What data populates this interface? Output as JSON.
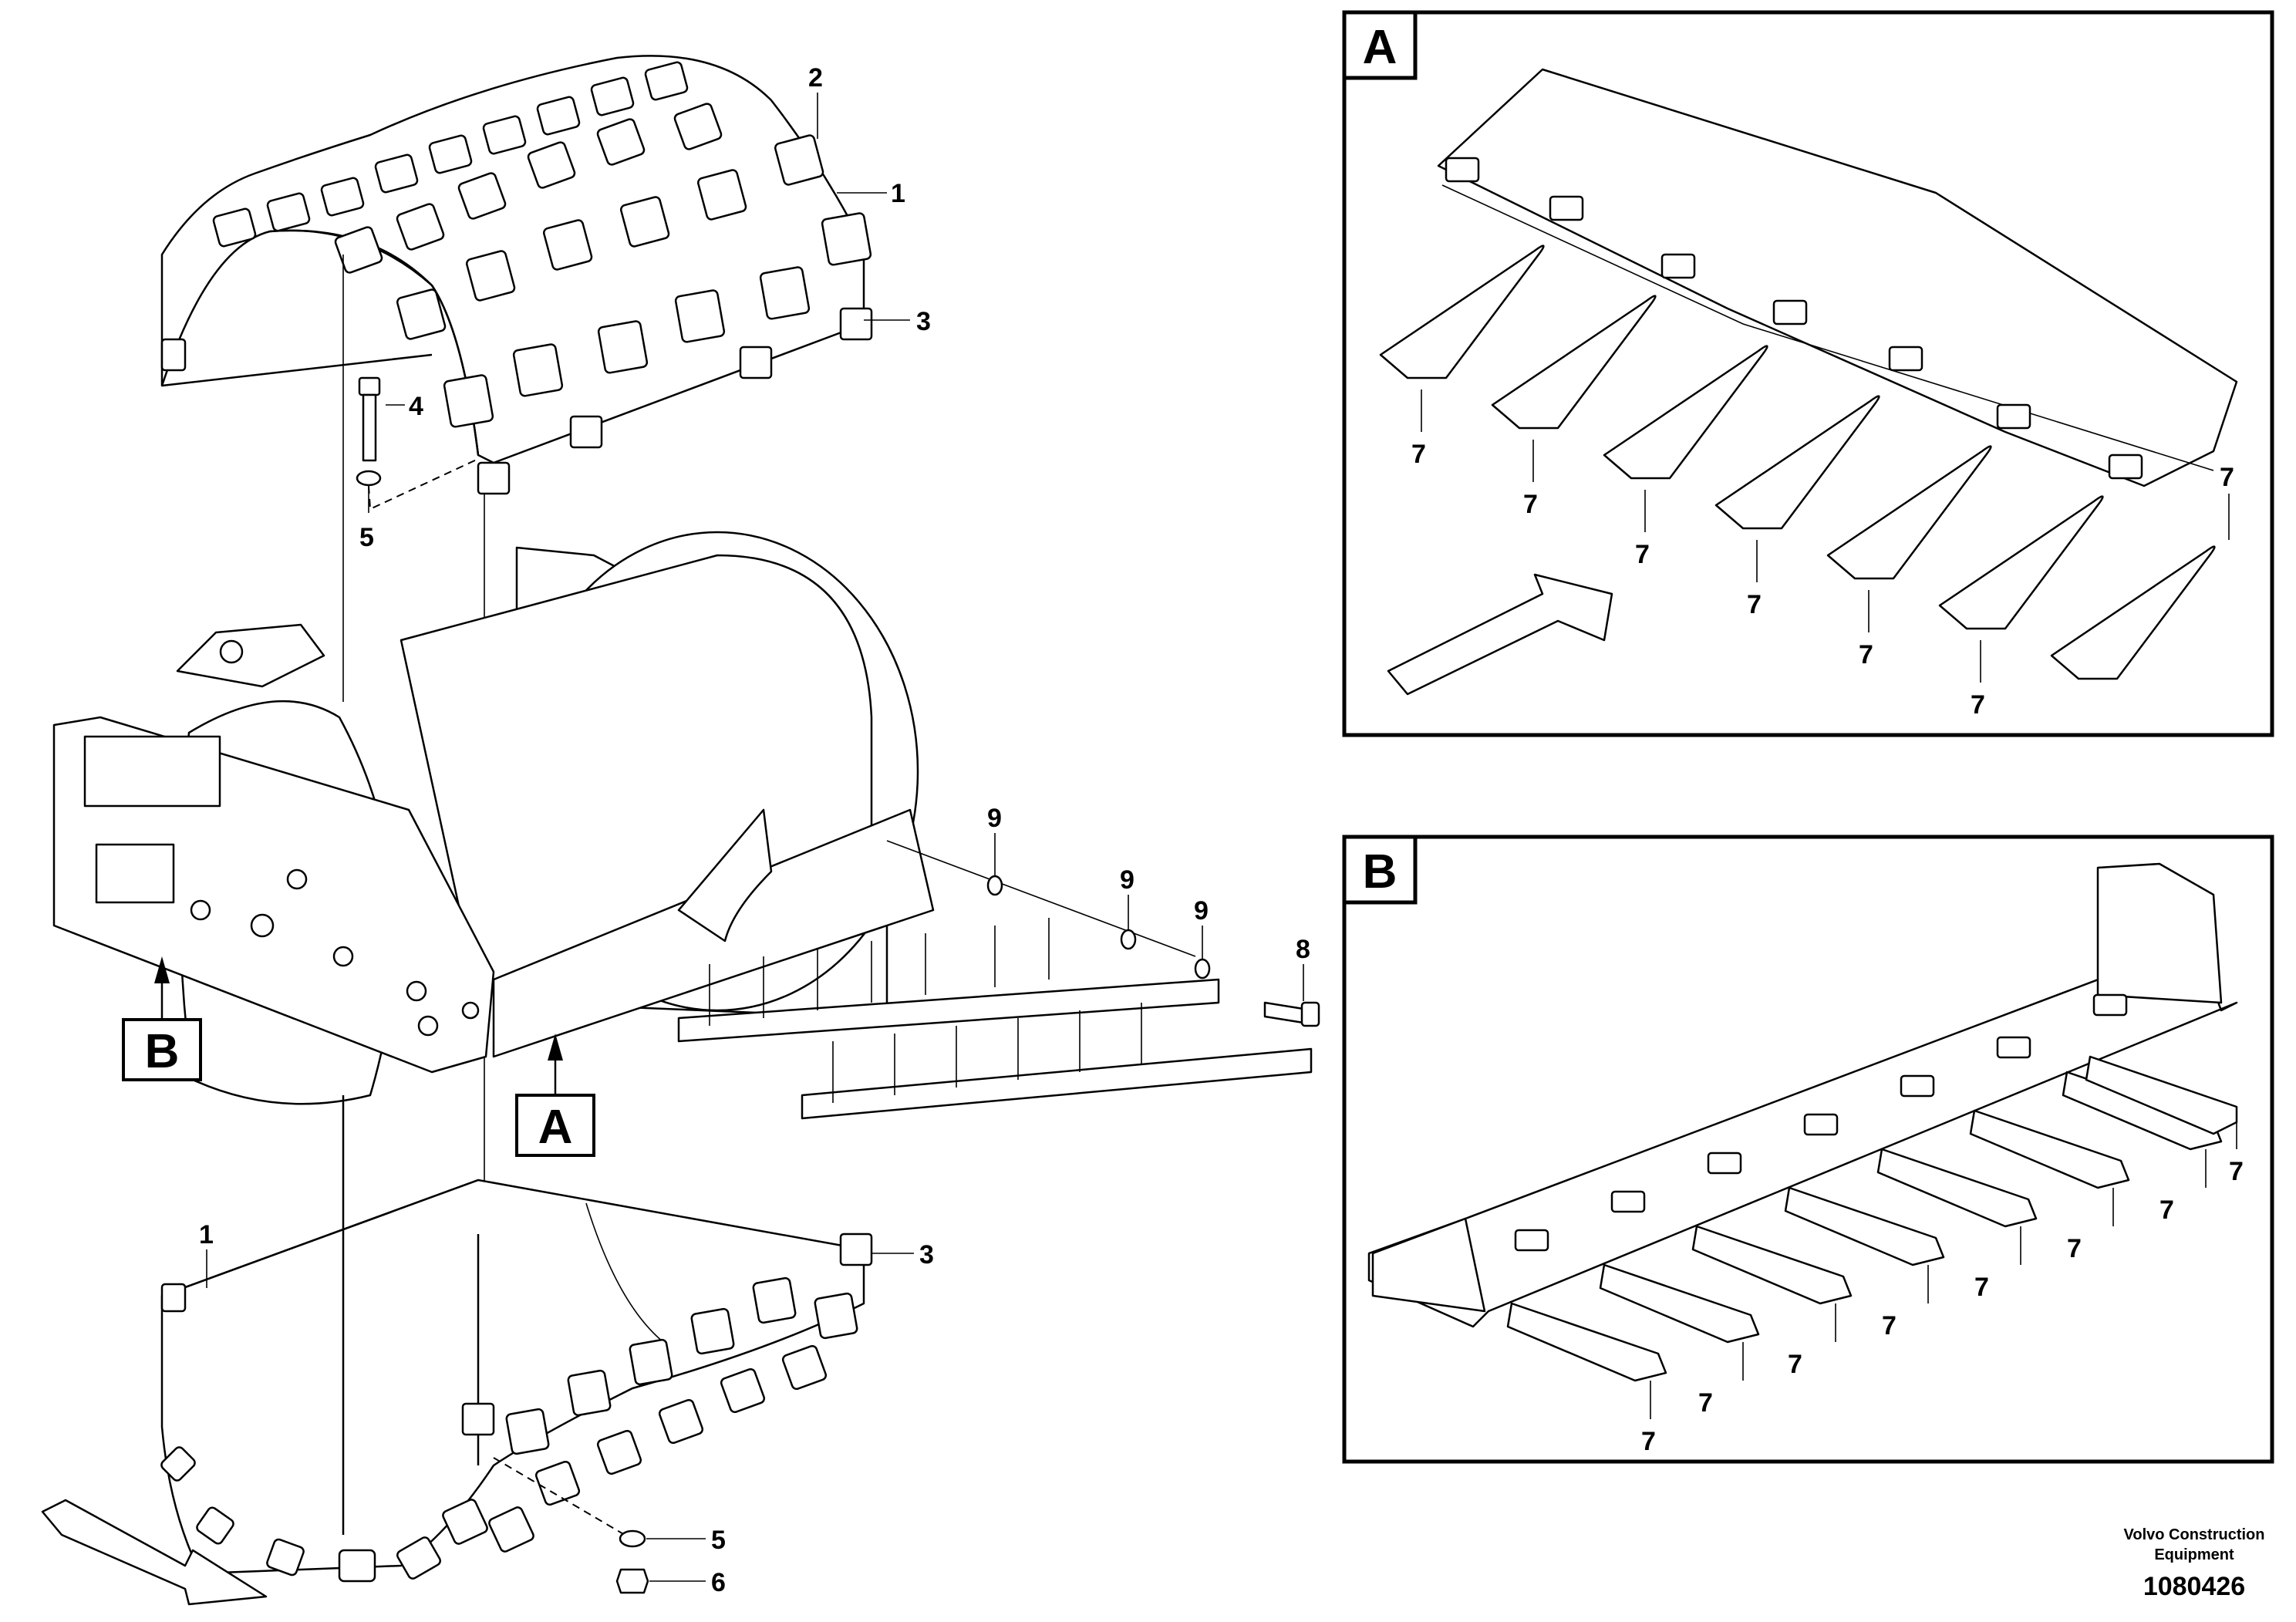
{
  "callouts": {
    "c1_top": "1",
    "c2": "2",
    "c3_top": "3",
    "c4": "4",
    "c5_top": "5",
    "c9_a": "9",
    "c9_b": "9",
    "c9_c": "9",
    "c8": "8",
    "c1_bottom": "1",
    "c3_bottom": "3",
    "c5_bottom": "5",
    "c6": "6"
  },
  "markers": {
    "view_a": "A",
    "view_b": "B"
  },
  "panel_a": {
    "letter": "A",
    "callouts": [
      "7",
      "7",
      "7",
      "7",
      "7",
      "7",
      "7"
    ]
  },
  "panel_b": {
    "letter": "B",
    "callouts": [
      "7",
      "7",
      "7",
      "7",
      "7",
      "7",
      "7",
      "7"
    ]
  },
  "footer": {
    "company_line1": "Volvo Construction",
    "company_line2": "Equipment",
    "drawing_number": "1080426"
  }
}
